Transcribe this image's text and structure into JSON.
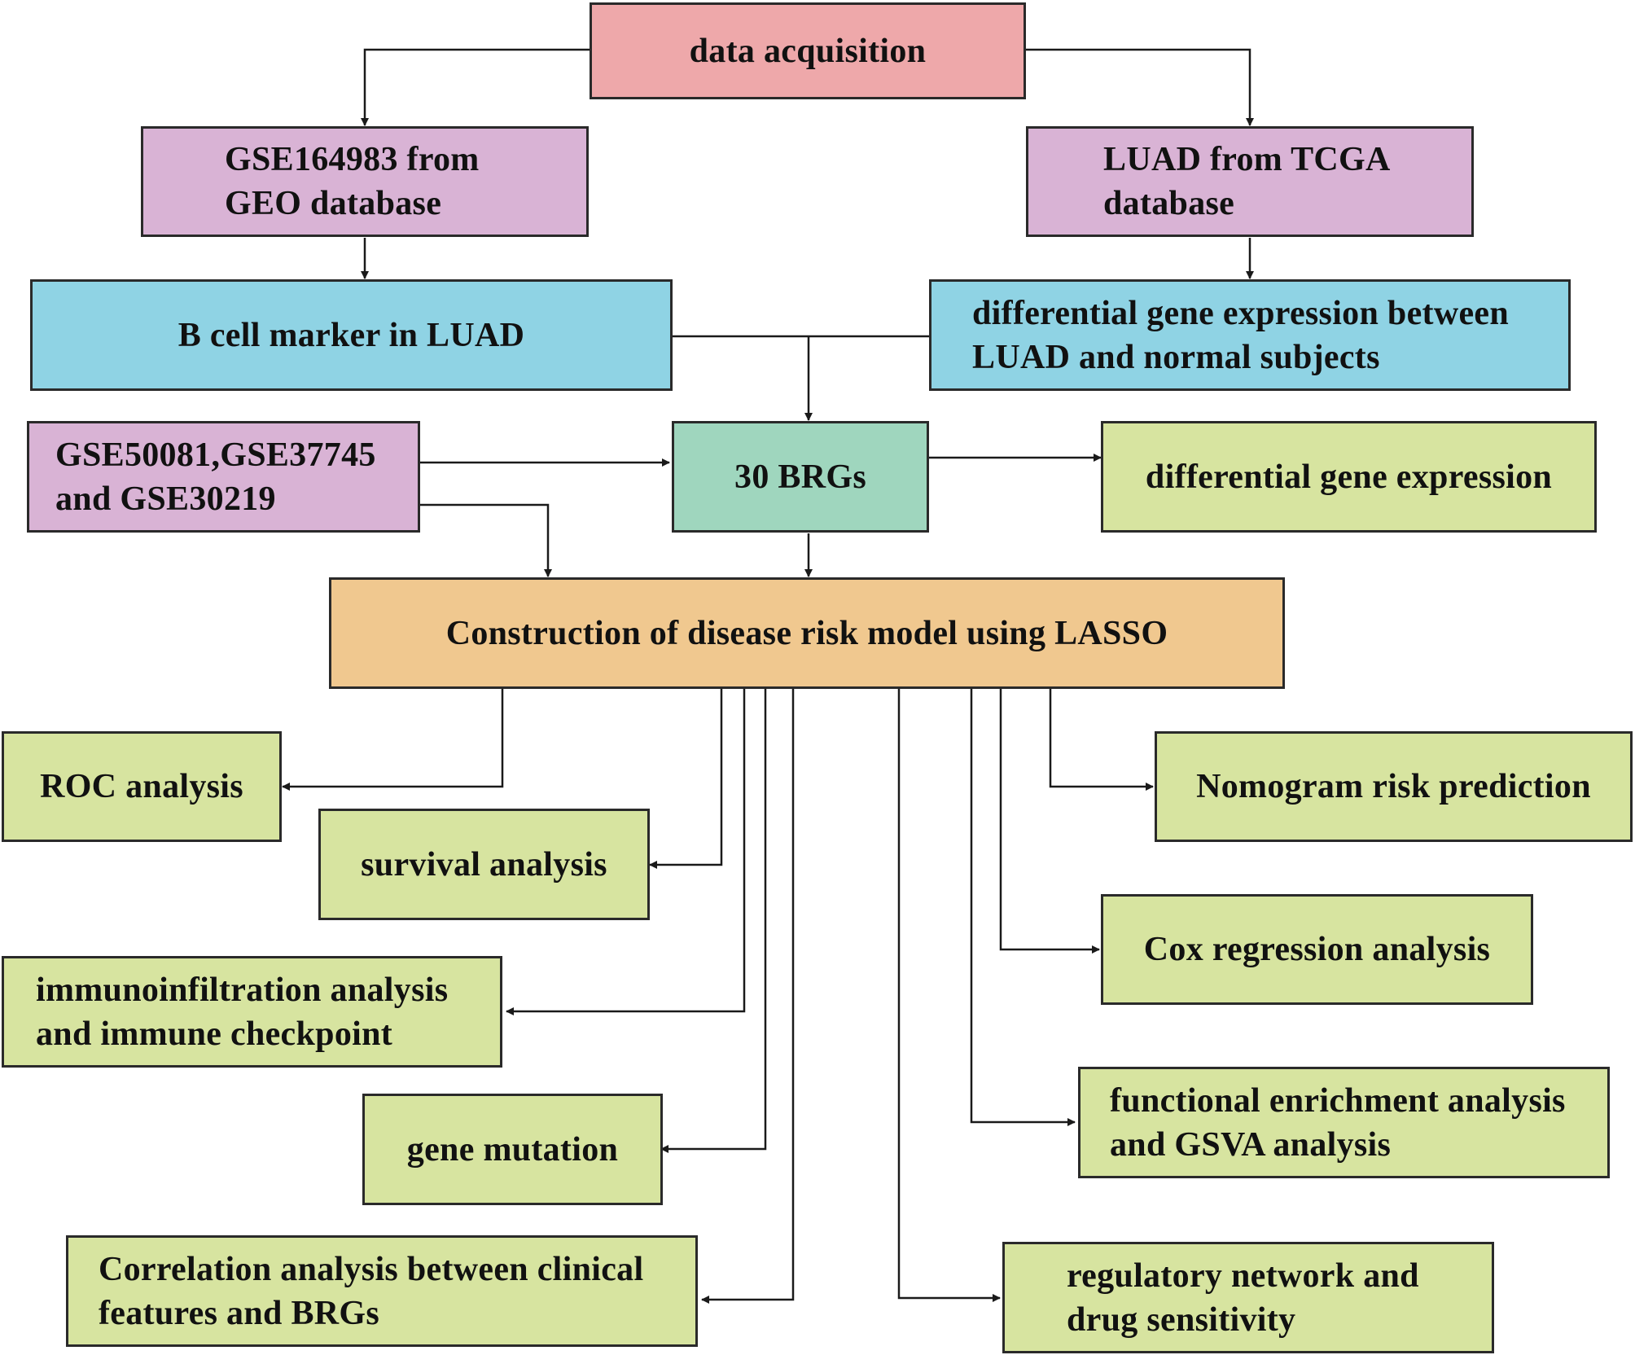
{
  "colors": {
    "source": "#eea8aa",
    "dataset": "#d9b3d5",
    "processing": "#8fd3e4",
    "genes": "#9fd6be",
    "model": "#f0c88f",
    "analysis": "#d7e4a0",
    "connector": "#1a1a1a"
  },
  "nodes": {
    "data_acquisition": "data acquisition",
    "geo_dataset": "GSE164983 from\nGEO database",
    "tcga_dataset": "LUAD from TCGA\ndatabase",
    "b_cell_marker": "B cell marker in LUAD",
    "dge_between": "differential gene expression between\nLUAD and normal subjects",
    "validation_sets": "GSE50081,GSE37745\nand GSE30219",
    "brgs": "30 BRGs",
    "differential_expression": "differential gene expression",
    "lasso_model": "Construction of disease risk model using LASSO",
    "roc": "ROC analysis",
    "survival": "survival analysis",
    "immuno": "immunoinfiltration analysis\nand immune checkpoint",
    "mutation": "gene mutation",
    "correlation": "Correlation analysis between clinical\nfeatures and BRGs",
    "nomogram": "Nomogram risk prediction",
    "cox": "Cox regression analysis",
    "enrichment": "functional enrichment analysis\nand GSVA analysis",
    "regulatory": "regulatory network and\ndrug sensitivity"
  }
}
